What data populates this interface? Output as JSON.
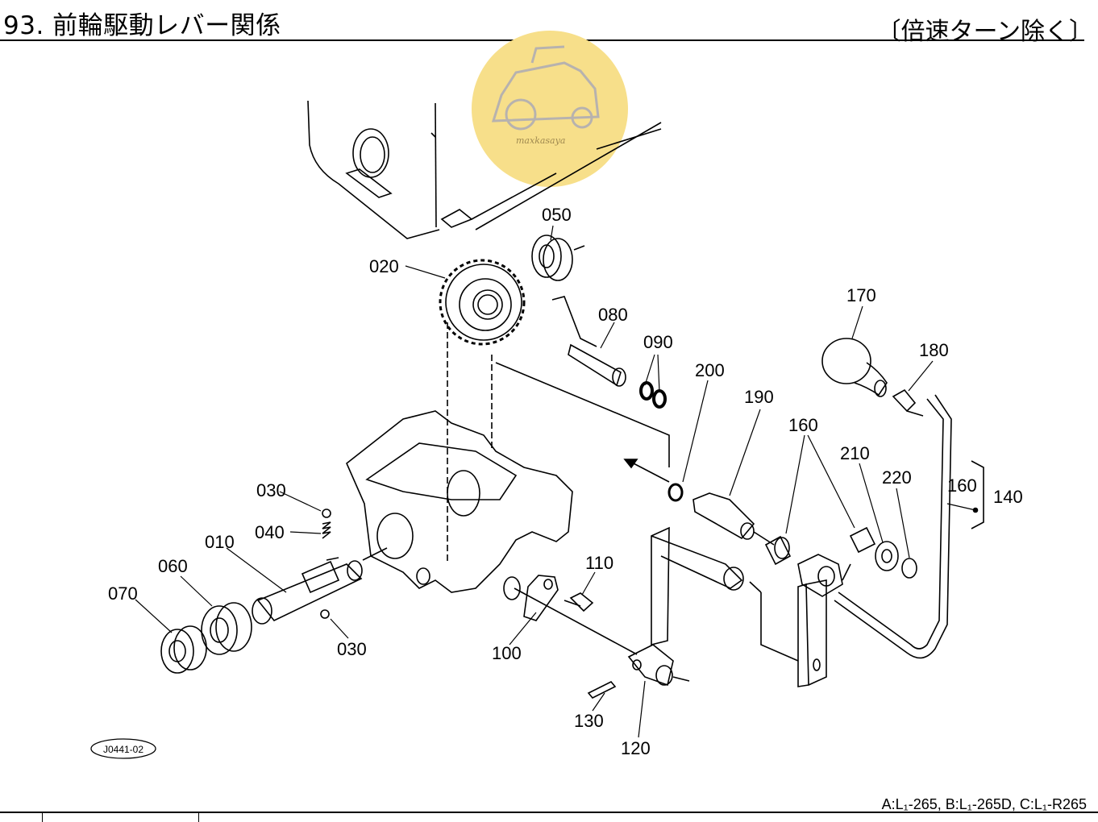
{
  "header": {
    "title": "93. 前輪駆動レバー関係",
    "variant_note": "〔倍速ターン除く〕"
  },
  "watermark": {
    "text": "maxkasaya",
    "color": "#f7df8a"
  },
  "callouts": {
    "p010": "010",
    "p020": "020",
    "p030a": "030",
    "p030b": "030",
    "p040": "040",
    "p050": "050",
    "p060": "060",
    "p070": "070",
    "p080": "080",
    "p090": "090",
    "p100": "100",
    "p110": "110",
    "p120": "120",
    "p130": "130",
    "p140": "140",
    "p160a": "160",
    "p160b": "160",
    "p170": "170",
    "p180": "180",
    "p190": "190",
    "p200": "200",
    "p210": "210",
    "p220": "220"
  },
  "figure_id": "J0441-02",
  "footer": {
    "applicability": "A:L₁-265,  B:L₁-265D,  C:L₁-R265"
  }
}
